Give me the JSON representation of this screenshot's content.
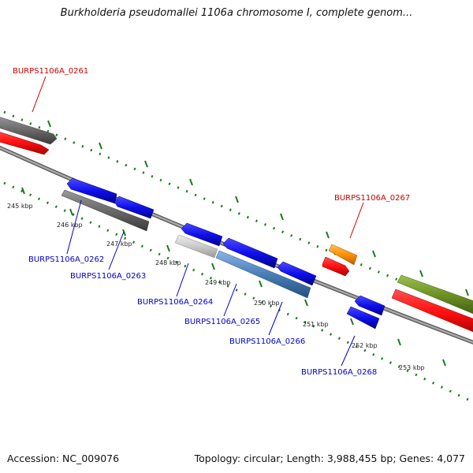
{
  "header": {
    "title": "Burkholderia pseudomallei 1106a chromosome I, complete genom..."
  },
  "footer": {
    "accession": "Accession: NC_009076",
    "summary": "Topology: circular; Length: 3,988,455 bp; Genes: 4,077"
  },
  "scale": {
    "ticks": [
      {
        "label": "245 kbp"
      },
      {
        "label": "246 kbp"
      },
      {
        "label": "247 kbp"
      },
      {
        "label": "248 kbp"
      },
      {
        "label": "249 kbp"
      },
      {
        "label": "250 kbp"
      },
      {
        "label": "251 kbp"
      },
      {
        "label": "252 kbp"
      },
      {
        "label": "253 kbp"
      }
    ]
  },
  "genes": [
    {
      "label": "BURPS1106A_0261",
      "strand": "forward",
      "color": "#cc0000"
    },
    {
      "label": "BURPS1106A_0262",
      "strand": "reverse",
      "color": "#0000cc"
    },
    {
      "label": "BURPS1106A_0263",
      "strand": "reverse",
      "color": "#0000cc"
    },
    {
      "label": "BURPS1106A_0264",
      "strand": "reverse",
      "color": "#0000cc"
    },
    {
      "label": "BURPS1106A_0265",
      "strand": "reverse",
      "color": "#0000cc"
    },
    {
      "label": "BURPS1106A_0266",
      "strand": "reverse",
      "color": "#0000cc"
    },
    {
      "label": "BURPS1106A_0267",
      "strand": "forward",
      "color": "#cc0000"
    },
    {
      "label": "BURPS1106A_0268",
      "strand": "reverse",
      "color": "#0000cc"
    }
  ],
  "colors": {
    "backbone": "#8a8a8a",
    "tick": "#1a7a1a",
    "forward_gene": "#ff1010",
    "reverse_gene": "#1010ee",
    "gray_feature": "#6a6a6a",
    "light_gray_feature": "#c8c8c8",
    "steel_feature": "#4a7eb8",
    "orange_feature": "#ff9000",
    "olive_feature": "#6b8e23"
  }
}
